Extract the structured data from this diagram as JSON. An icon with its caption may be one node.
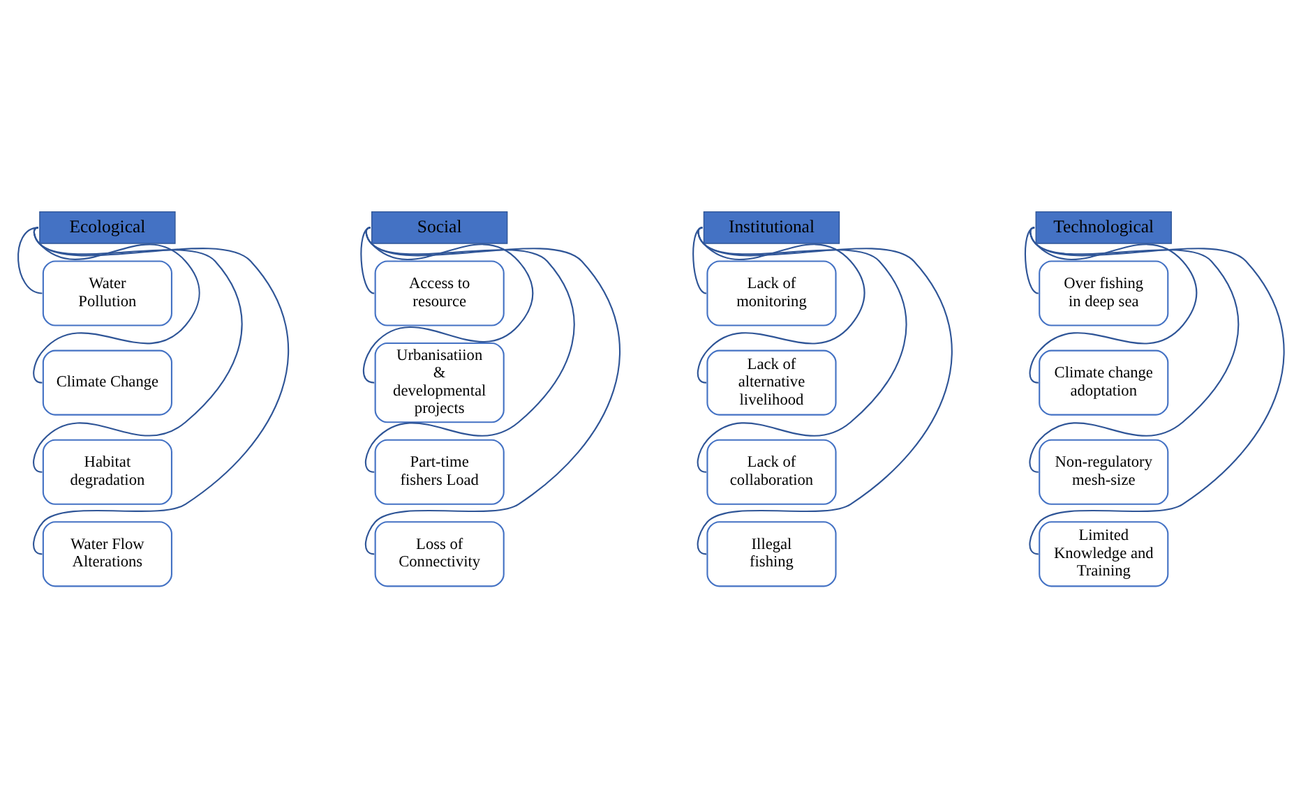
{
  "diagram": {
    "nodes": [
      {
        "text": [
          "Ecological"
        ]
      },
      {
        "text": [
          "Water Pollution"
        ]
      },
      {
        "text": [
          "Climate Change"
        ]
      },
      {
        "text": [
          "Habitat degradation"
        ]
      },
      {
        "text": [
          "Water Flow Alterations"
        ]
      },
      {
        "text": [
          "Social"
        ]
      },
      {
        "text": [
          "Access to resource"
        ]
      },
      {
        "text": [
          "Urbanisatiion & developmental projects"
        ]
      },
      {
        "text": [
          "Part-time fishers Load"
        ]
      },
      {
        "text": [
          "Loss of Connectivity"
        ]
      },
      {
        "text": [
          "Institutional"
        ]
      },
      {
        "text": [
          "Lack of monitoring"
        ]
      },
      {
        "text": [
          "Lack of alternative livelihood"
        ]
      },
      {
        "text": [
          "Lack of collaboration"
        ]
      },
      {
        "text": [
          "Illegal fishing"
        ]
      },
      {
        "text": [
          "Technological"
        ]
      },
      {
        "text": [
          "Over fishing in deep sea"
        ]
      },
      {
        "text": [
          "Climate change adoptation"
        ]
      },
      {
        "text": [
          "Non-regulatory mesh-size"
        ]
      },
      {
        "text": [
          "Limited Knowledge and Training"
        ]
      }
    ],
    "edges": [
      {
        "from": 0,
        "to": 1,
        "arrow": "none"
      },
      {
        "from": 0,
        "to": 2,
        "arrow": "none"
      },
      {
        "from": 0,
        "to": 3,
        "arrow": "none"
      },
      {
        "from": 0,
        "to": 4,
        "arrow": "none"
      },
      {
        "from": 5,
        "to": 6,
        "arrow": "none"
      },
      {
        "from": 5,
        "to": 7,
        "arrow": "none"
      },
      {
        "from": 5,
        "to": 8,
        "arrow": "none"
      },
      {
        "from": 5,
        "to": 9,
        "arrow": "none"
      },
      {
        "from": 10,
        "to": 11,
        "arrow": "none"
      },
      {
        "from": 10,
        "to": 12,
        "arrow": "none"
      },
      {
        "from": 10,
        "to": 13,
        "arrow": "none"
      },
      {
        "from": 10,
        "to": 14,
        "arrow": "none"
      },
      {
        "from": 15,
        "to": 16,
        "arrow": "none"
      },
      {
        "from": 15,
        "to": 17,
        "arrow": "none"
      },
      {
        "from": 15,
        "to": 18,
        "arrow": "none"
      },
      {
        "from": 15,
        "to": 19,
        "arrow": "none"
      }
    ]
  }
}
